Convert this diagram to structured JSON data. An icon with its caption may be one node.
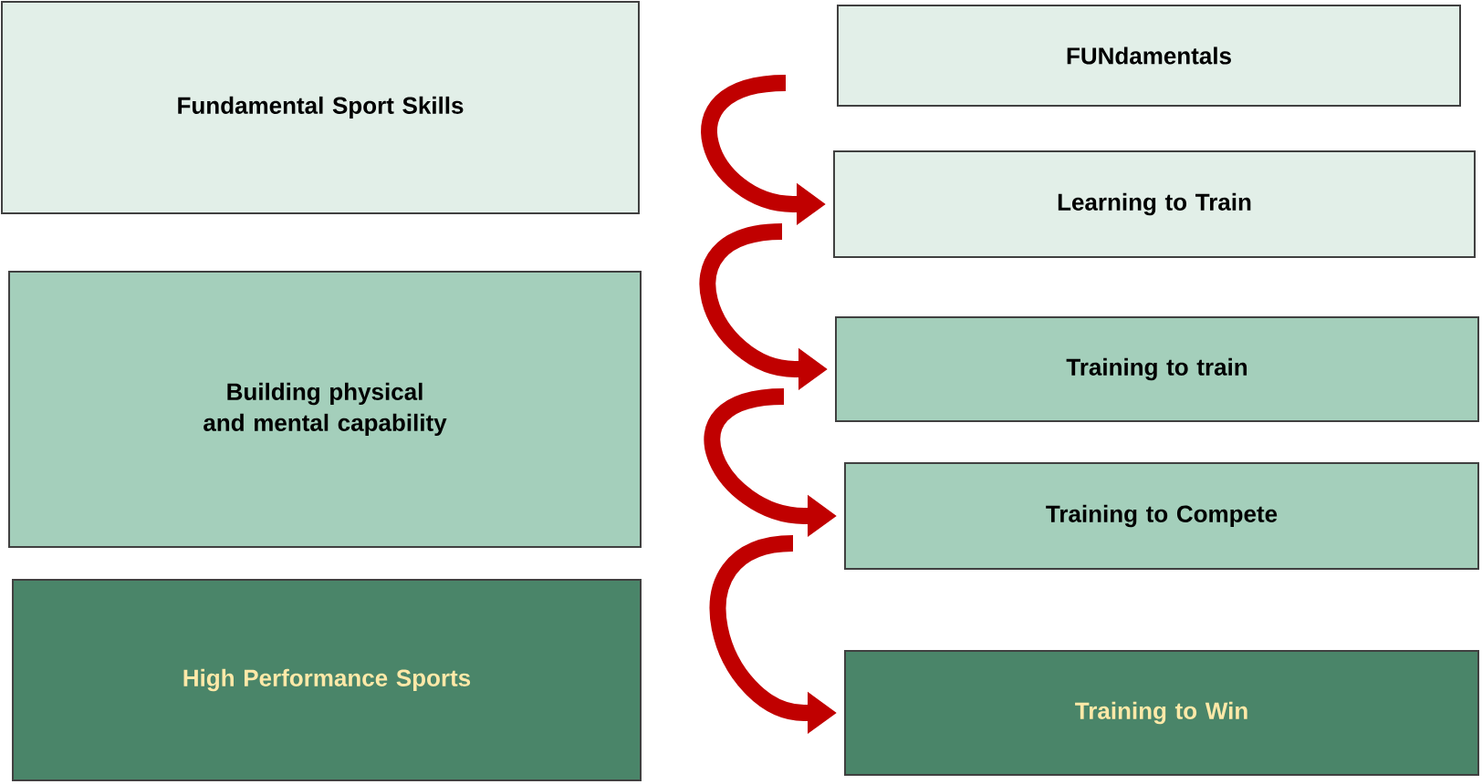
{
  "diagram": {
    "nodes": [
      {
        "text": [
          "Fundamental Sport Skills"
        ]
      },
      {
        "text": [
          "Building physical and mental capability"
        ]
      },
      {
        "text": [
          "High Performance Sports"
        ]
      },
      {
        "text": [
          "FUNdamentals"
        ]
      },
      {
        "text": [
          "Learning to Train"
        ]
      },
      {
        "text": [
          "Training to train"
        ]
      },
      {
        "text": [
          "Training to Compete"
        ]
      },
      {
        "text": [
          "Training to Win"
        ]
      }
    ],
    "edges": [
      {
        "from": 3,
        "to": 4,
        "arrow": "to"
      },
      {
        "from": 4,
        "to": 5,
        "arrow": "to"
      },
      {
        "from": 5,
        "to": 6,
        "arrow": "to"
      },
      {
        "from": 6,
        "to": 7,
        "arrow": "to"
      }
    ]
  }
}
